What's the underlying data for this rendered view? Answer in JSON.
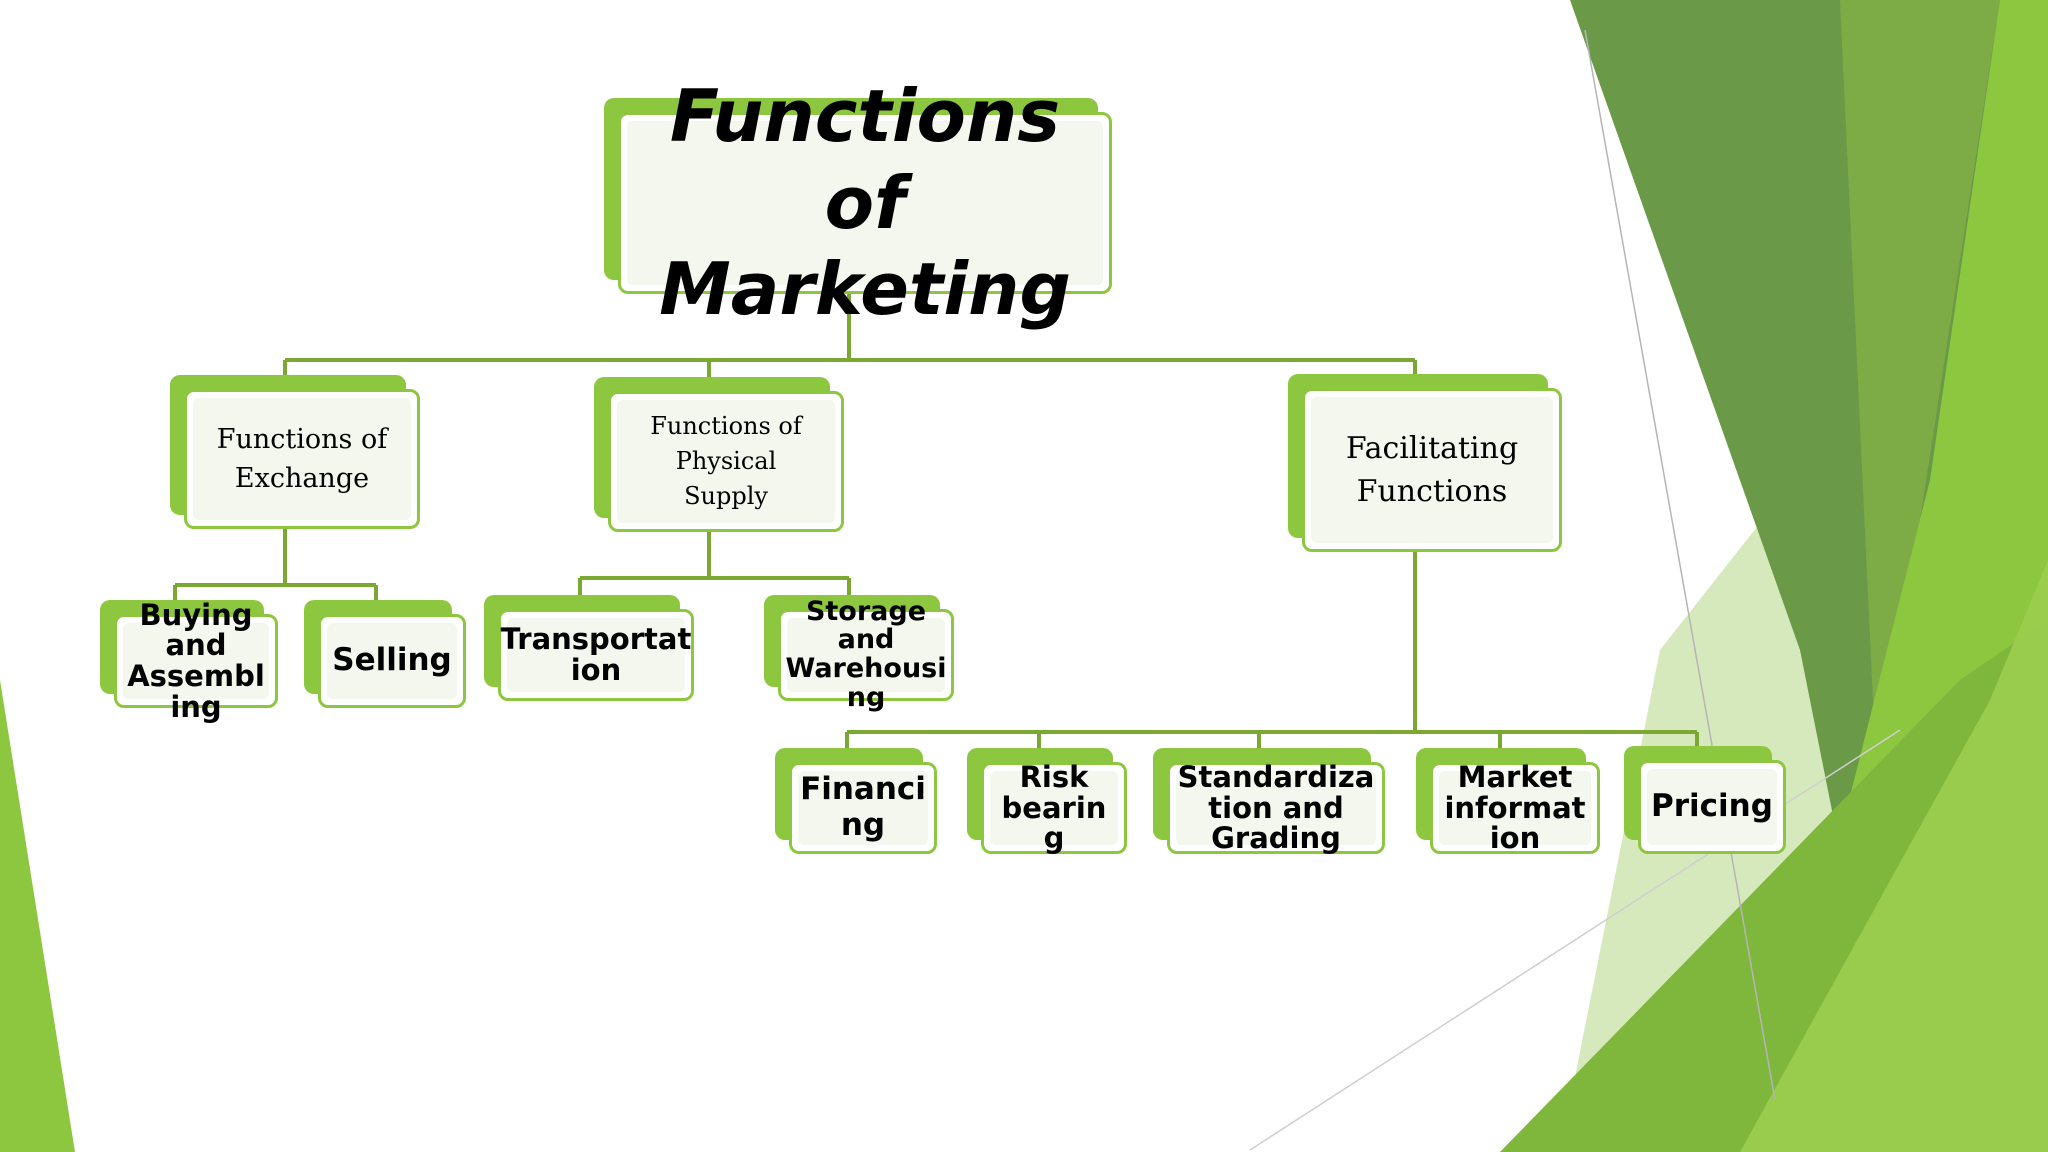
{
  "diagram": {
    "title": "Functions of\nMarketing",
    "branches": [
      {
        "label": "Functions of\nExchange",
        "children": [
          "Buying\nand\nAssembl\ning",
          "Selling"
        ]
      },
      {
        "label": "Functions of Physical\nSupply",
        "children": [
          "Transportat\nion",
          "Storage\nand\nWarehousi\nng"
        ]
      },
      {
        "label": "Facilitating\nFunctions",
        "children": [
          "Financi\nng",
          "Risk\nbearin\ng",
          "Standardiza\ntion and\nGrading",
          "Market\ninformat\nion",
          "Pricing"
        ]
      }
    ]
  },
  "colors": {
    "accent": "#8dc63f",
    "connector": "#7aa832",
    "card_fill": "#f3f7ed",
    "bg_dark_green": "#6a9a48",
    "bg_light_green": "#8dc63f",
    "bg_pale_green": "#cfe5b0"
  }
}
